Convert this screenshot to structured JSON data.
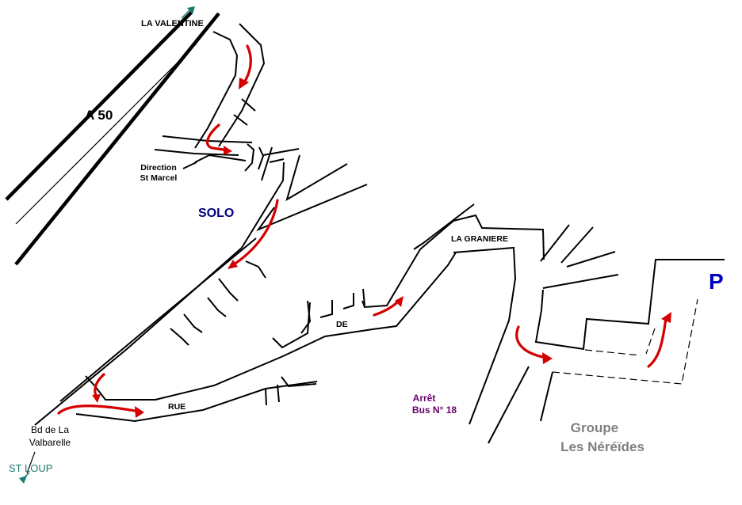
{
  "labels": {
    "la_valentine": "LA VALENTINE",
    "a50": "A 50",
    "direction_line1": "Direction",
    "direction_line2": "St Marcel",
    "solo": "SOLO",
    "la_graniere": "LA GRANIERE",
    "de": "DE",
    "rue": "RUE",
    "bd_line1": "Bd de La",
    "bd_line2": "Valbarelle",
    "st_loup": "ST LOUP",
    "arret_line1": "Arrêt",
    "arret_line2": "Bus N° 18",
    "groupe_line1": "Groupe",
    "groupe_line2": "Les Néréïdes",
    "parking": "P"
  },
  "colors": {
    "road": "#000000",
    "route_arrow": "#d40000",
    "solo_text": "#000080",
    "parking_text": "#0000c0",
    "bus_text": "#6a006a",
    "destination_text": "#808080",
    "exit_text": "#1a7a6e"
  },
  "icons": {
    "top_exit": "pin-marker-icon",
    "bottom_exit": "pin-marker-icon"
  }
}
